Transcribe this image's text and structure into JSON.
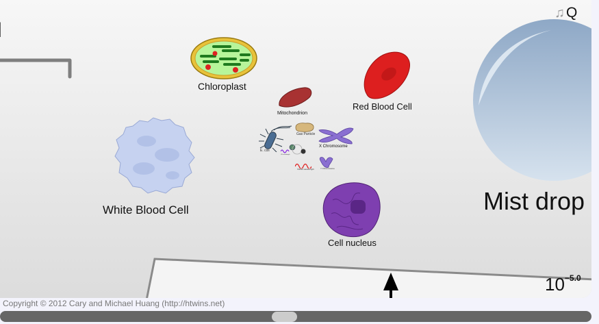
{
  "game": {
    "title_fragment": "l",
    "objects": [
      {
        "id": "chloroplast",
        "label": "Chloroplast"
      },
      {
        "id": "mitochondrion",
        "label": "Mitochondrion"
      },
      {
        "id": "red-blood-cell",
        "label": "Red Blood Cell"
      },
      {
        "id": "e-coli",
        "label": "E. coli"
      },
      {
        "id": "gas-particle",
        "label": "Gas Particle"
      },
      {
        "id": "x-chromosome",
        "label": "X Chromosome"
      },
      {
        "id": "y-chromosome",
        "label": "Y Chromosome"
      },
      {
        "id": "uv-wavelength",
        "label": "UV wavelength"
      },
      {
        "id": "visible-wavelength",
        "label": "Visible wavelength"
      },
      {
        "id": "white-blood-cell",
        "label": "White Blood Cell"
      },
      {
        "id": "cell-nucleus",
        "label": "Cell nucleus"
      },
      {
        "id": "mist-drop",
        "label": "Mist drop"
      }
    ],
    "scale": {
      "base": "10",
      "exponent": "−5.0"
    },
    "controls": {
      "music_icon": "♫",
      "quality_label": "Q"
    }
  },
  "footer": {
    "copyright": "Copyright © 2012 Cary and Michael Huang (http://htwins.net)"
  },
  "scrollbar": {
    "position_fraction": 0.48
  },
  "colors": {
    "background": "#f3f3fc",
    "scrollbar_track": "#666666",
    "scrollbar_thumb": "#cccccc",
    "chloroplast_green": "#2f9a2f",
    "red_blood_cell": "#d81e1e",
    "mitochondrion": "#a83232",
    "chromosome": "#8a6fd1",
    "nucleus": "#7e3fb0",
    "mist_drop": "#9fb6cf"
  }
}
